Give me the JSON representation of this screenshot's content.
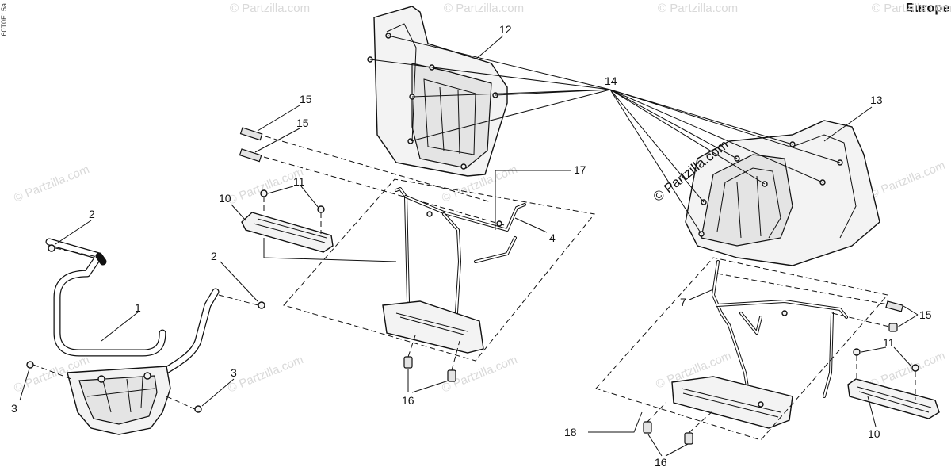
{
  "header": {
    "region": "Europe",
    "figure_code": "60T0E15a"
  },
  "watermark": {
    "text": "© Partzilla.com",
    "featured_text": "© Partzilla.com"
  },
  "callouts": {
    "c1": "1",
    "c2a": "2",
    "c2b": "2",
    "c3a": "3",
    "c3b": "3",
    "c4": "4",
    "c7": "7",
    "c10a": "10",
    "c10b": "10",
    "c11a": "11",
    "c11b": "11",
    "c12": "12",
    "c13": "13",
    "c14": "14",
    "c15a": "15",
    "c15b": "15",
    "c15c": "15",
    "c16a": "16",
    "c16b": "16",
    "c17": "17",
    "c18": "18"
  }
}
